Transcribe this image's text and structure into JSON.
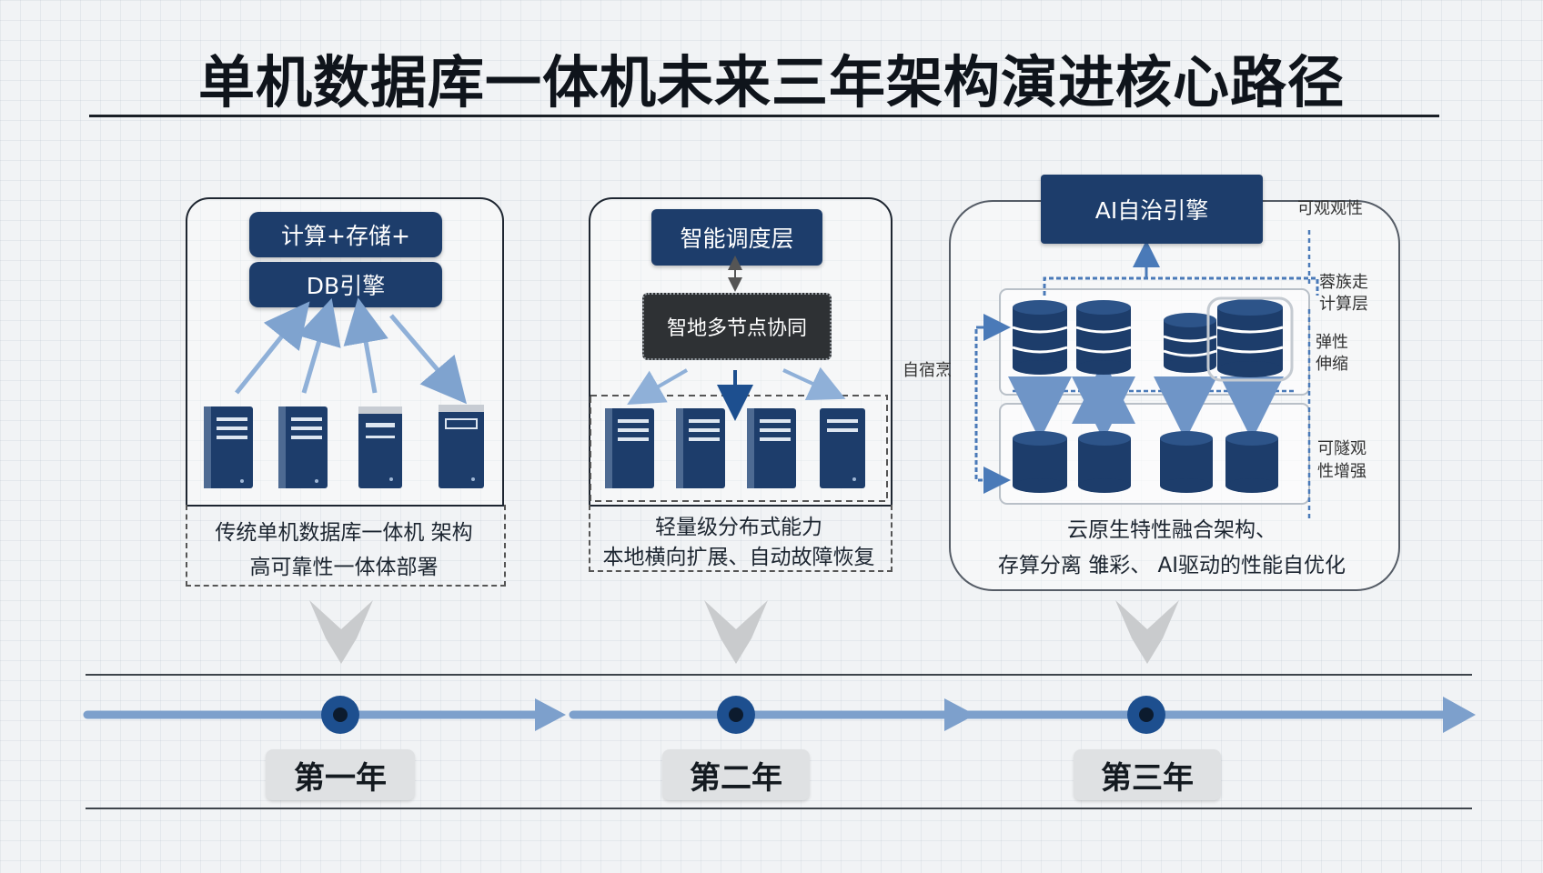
{
  "title": "单机数据库一体机未来三年架构演进核心路径",
  "stage1": {
    "box_top": "计算+存储+",
    "box_bottom": "DB引擎",
    "caption_line1": "传统单机数据库一体机 架构",
    "caption_line2": "高可靠性一体体部署"
  },
  "stage2": {
    "scheduler": "智能调度层",
    "coordination": "智地多节点协同",
    "caption_line1": "轻量级分布式能力",
    "caption_line2": "本地横向扩展、自动故障恢复"
  },
  "stage3": {
    "engine": "AI自治引擎",
    "label_observability": "可观观性",
    "label_compute_1": "蓉族走",
    "label_compute_2": "计算层",
    "label_elastic_1": "弹性",
    "label_elastic_2": "伸缩",
    "label_obs2_1": "可隧观",
    "label_obs2_2": "性增强",
    "label_left": "自宿烹",
    "caption_line1": "云原生特性融合架构、",
    "caption_line2": "存算分离 雏彩、 AI驱动的性能自优化"
  },
  "timeline": {
    "years": [
      "第一年",
      "第二年",
      "第三年"
    ]
  },
  "colors": {
    "navy": "#1d3d6b",
    "timeline_blue": "#6f95c7",
    "dark_box": "#2e3134"
  }
}
